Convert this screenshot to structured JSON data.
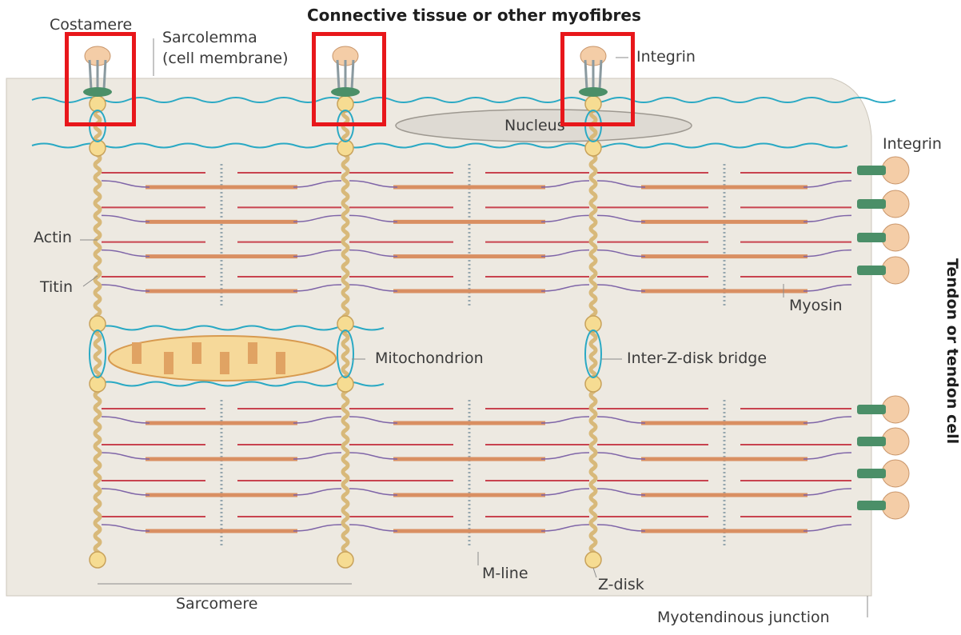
{
  "title": "Connective tissue or other myofibres",
  "labels": {
    "costamere": "Costamere",
    "sarcolemma": "Sarcolemma",
    "cell_membrane": "(cell membrane)",
    "integrin_top": "Integrin",
    "integrin_right": "Integrin",
    "nucleus": "Nucleus",
    "actin": "Actin",
    "titin": "Titin",
    "myosin": "Myosin",
    "mitochondrion": "Mitochondrion",
    "inter_z_disk_bridge": "Inter-Z-disk bridge",
    "m_line": "M-line",
    "z_disk": "Z-disk",
    "sarcomere": "Sarcomere",
    "myotendinous_junction": "Myotendinous junction",
    "tendon": "Tendon or tendon cell"
  },
  "highlights": [
    "costamere-1",
    "costamere-2",
    "costamere-3"
  ],
  "colors": {
    "cell": "#ede9e1",
    "membrane": "#2aa9c4",
    "actin": "#c8434f",
    "myosin": "#d98f62",
    "titin": "#7f65a8",
    "z_disk": "#f6dc92",
    "m_line": "#95a6ae",
    "mitochondrion": "#f6d99a",
    "tendon": "#f4cda7",
    "integrin": "#4b8f68",
    "highlight": "#e8171b"
  }
}
